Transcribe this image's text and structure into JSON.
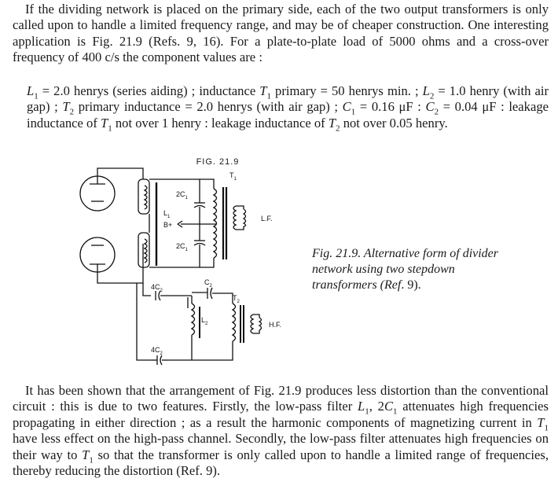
{
  "p1": {
    "a": "If the dividing network is placed on the primary side, each of the two output transformers is only called upon to handle a limited frequency range, and may be of cheaper construction. One interesting application is Fig. 21.9 (Refs. 9, 16). For a plate-to-plate load of 5000 ohms and a cross-over frequency of 400 c/s the component values are :"
  },
  "values": {
    "L1": "L",
    "s1": "1",
    "v1": " = 2.0 henrys (series aiding) ; inductance ",
    "T1": "T",
    "s2": "1",
    "v2": " primary = 50 henrys min. ; ",
    "L2": "L",
    "s3": "2",
    "v3": " = 1.0 henry (with air gap) ; ",
    "T2": "T",
    "s4": "2",
    "v4": " primary inductance = 2.0 henrys (with air gap) ; ",
    "C1": "C",
    "s5": "1",
    "v5": " = 0.16 μF : ",
    "C2": "C",
    "s6": "2",
    "v6": " = 0.04 μF : leakage inductance of ",
    "T1b": "T",
    "s7": "1",
    "v7": " not over 1 henry : leakage inductance of ",
    "T2b": "T",
    "s8": "2",
    "v8": " not over 0.05 henry."
  },
  "figure": {
    "title": "FIG. 21.9",
    "labels": {
      "t1": "T",
      "t1s": "1",
      "twoc1_top": "2C",
      "twoc1_top_s": "1",
      "l1": "L",
      "l1s": "1",
      "bplus": "B+",
      "lf": "L.F.",
      "twoc1_bot": "2C",
      "twoc1_bot_s": "1",
      "fourc2_top": "4C",
      "fourc2_top_s": "2",
      "c2": "C",
      "c2s": "2",
      "t2": "T",
      "t2s": "2",
      "l2": "L",
      "l2s": "2",
      "hf": "H.F.",
      "fourc2_bot": "4C",
      "fourc2_bot_s": "2"
    }
  },
  "caption": {
    "a": "Fig. 21.9. Alternative form of divider network using two stepdown transformers (",
    "ref": "Ref",
    "b": ". 9)."
  },
  "p2": {
    "a": "It has been shown that the arrangement of Fig. 21.9 produces less distortion than the conventional circuit : this is due to two features. Firstly, the low-pass filter ",
    "L1": "L",
    "s1": "1",
    "b": ", 2",
    "C1": "C",
    "s2": "1",
    "c": " attenuates high frequencies propagating in either direction ; as a result the harmonic components of magnetizing current in ",
    "T1": "T",
    "s3": "1",
    "d": " have less effect on the high-pass channel. Secondly, the low-pass filter attenuates high frequencies on their way to ",
    "T1b": "T",
    "s4": "1",
    "e": " so that the transformer is only called upon to handle a limited range of frequencies, thereby reducing the distortion (Ref. 9)."
  }
}
